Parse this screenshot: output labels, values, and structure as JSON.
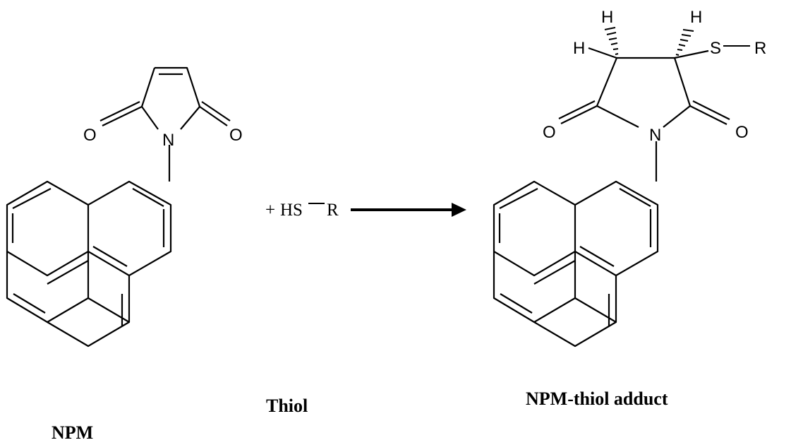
{
  "reactant": {
    "caption": "NPM",
    "atoms": {
      "nitrogen": "N",
      "oxygen_left": "O",
      "oxygen_right": "O"
    }
  },
  "reagent": {
    "plus": "+",
    "group": "HS",
    "r_group": "R",
    "caption": "Thiol"
  },
  "product": {
    "caption": "NPM-thiol adduct",
    "atoms": {
      "nitrogen": "N",
      "oxygen_left": "O",
      "oxygen_right": "O",
      "hydrogen_top_left": "H",
      "hydrogen_left": "H",
      "hydrogen_top_right": "H",
      "sulfur": "S",
      "r_group": "R"
    }
  },
  "colors": {
    "ink": "#000000",
    "background": "#ffffff"
  }
}
